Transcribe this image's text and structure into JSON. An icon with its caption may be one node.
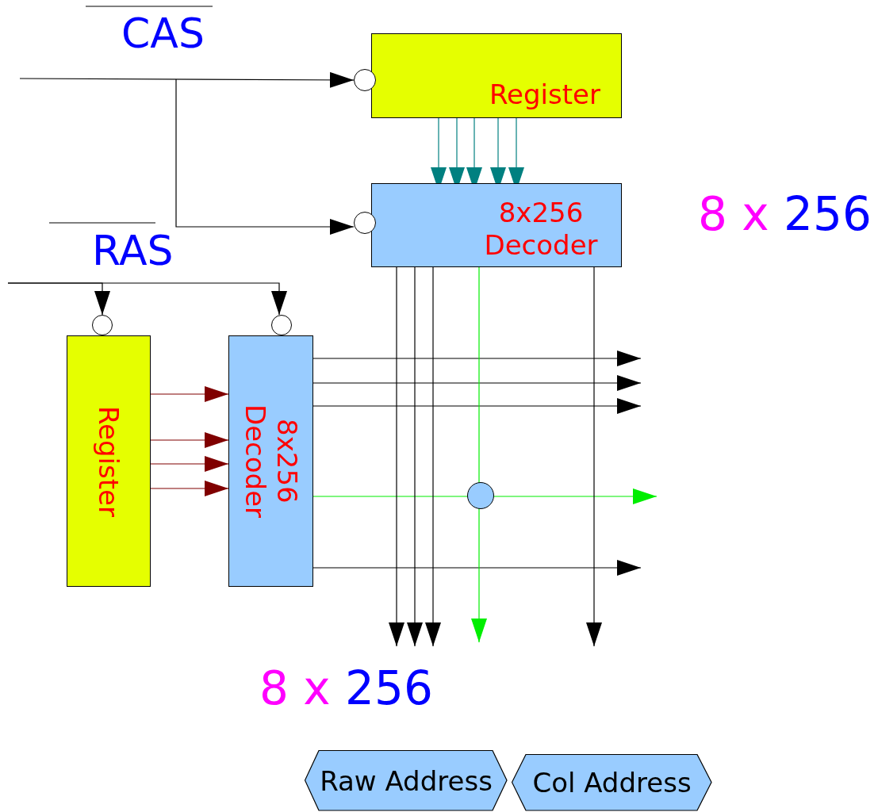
{
  "diagram": {
    "nodes": [
      {
        "text": [
          "Register"
        ]
      },
      {
        "text": [
          "8x256 Decoder"
        ]
      },
      {
        "text": [
          "Register"
        ]
      },
      {
        "text": [
          "8x256 Decoder"
        ]
      },
      {
        "text": [],
        "shape": "circle"
      },
      {
        "text": [],
        "shape": "circle"
      },
      {
        "text": [],
        "shape": "circle"
      },
      {
        "text": [],
        "shape": "circle"
      },
      {
        "text": [],
        "shape": "circle"
      },
      {
        "text": [
          "Raw Address"
        ]
      },
      {
        "text": [
          "Col Address"
        ]
      }
    ],
    "edges": [
      {
        "from": null,
        "to": 4,
        "arrow": "to",
        "label": "CAS"
      },
      {
        "from": null,
        "to": 5,
        "arrow": "to"
      },
      {
        "from": null,
        "to": 6,
        "arrow": "to",
        "label": "RAS"
      },
      {
        "from": null,
        "to": 7,
        "arrow": "to"
      },
      {
        "from": 0,
        "to": 1,
        "arrow": "to",
        "color": "#008080"
      },
      {
        "from": 0,
        "to": 1,
        "arrow": "to",
        "color": "#008080"
      },
      {
        "from": 0,
        "to": 1,
        "arrow": "to",
        "color": "#008080"
      },
      {
        "from": 0,
        "to": 1,
        "arrow": "to",
        "color": "#008080"
      },
      {
        "from": 0,
        "to": 1,
        "arrow": "to",
        "color": "#008080"
      },
      {
        "from": 2,
        "to": 3,
        "arrow": "to",
        "color": "#800000"
      },
      {
        "from": 2,
        "to": 3,
        "arrow": "to",
        "color": "#800000"
      },
      {
        "from": 2,
        "to": 3,
        "arrow": "to",
        "color": "#800000"
      },
      {
        "from": 2,
        "to": 3,
        "arrow": "to",
        "color": "#800000"
      },
      {
        "from": 3,
        "to": null,
        "arrow": "to"
      },
      {
        "from": 3,
        "to": null,
        "arrow": "to"
      },
      {
        "from": 3,
        "to": null,
        "arrow": "to"
      },
      {
        "from": 3,
        "to": null,
        "arrow": "to",
        "color": "#00ee00"
      },
      {
        "from": 3,
        "to": null,
        "arrow": "to"
      },
      {
        "from": 1,
        "to": null,
        "arrow": "to"
      },
      {
        "from": 1,
        "to": null,
        "arrow": "to"
      },
      {
        "from": 1,
        "to": null,
        "arrow": "to"
      },
      {
        "from": 1,
        "to": null,
        "arrow": "to",
        "color": "#00ee00"
      },
      {
        "from": 1,
        "to": null,
        "arrow": "to"
      }
    ],
    "labels": [
      "8 x 256",
      "8 x 256"
    ]
  }
}
